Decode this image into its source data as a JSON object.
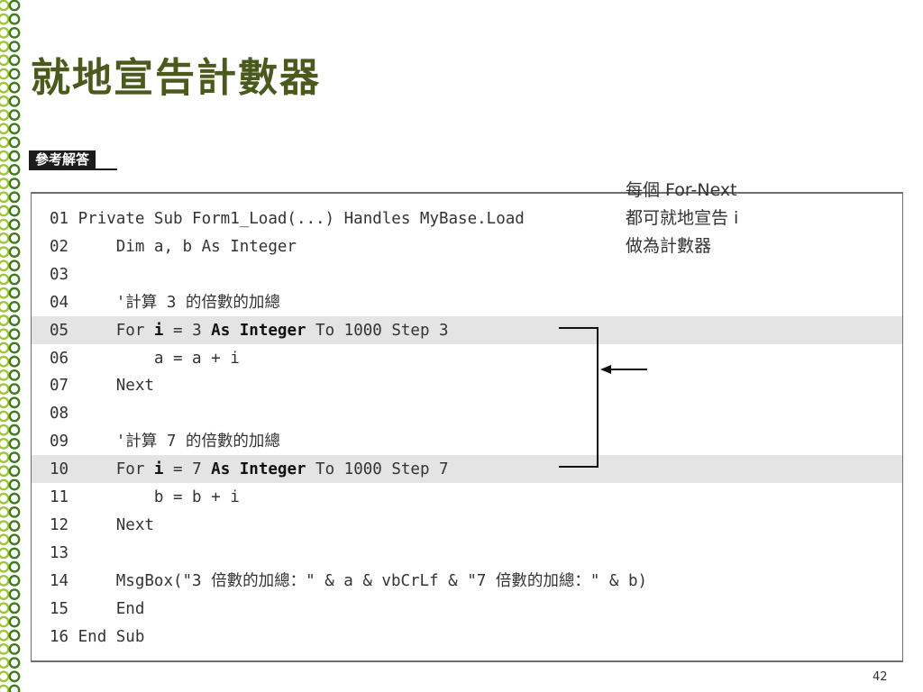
{
  "slide": {
    "title": "就地宣告計數器",
    "answer_label": "參考解答",
    "page_number": "42"
  },
  "code": {
    "lines": [
      {
        "num": "01",
        "segments": [
          {
            "t": "Private Sub Form1_Load(...) Handles MyBase.Load",
            "b": false
          }
        ],
        "highlight": false
      },
      {
        "num": "02",
        "segments": [
          {
            "t": "    Dim a, b As Integer",
            "b": false
          }
        ],
        "highlight": false
      },
      {
        "num": "03",
        "segments": [],
        "highlight": false
      },
      {
        "num": "04",
        "segments": [
          {
            "t": "    '計算 3 的倍數的加總",
            "b": false
          }
        ],
        "highlight": false
      },
      {
        "num": "05",
        "segments": [
          {
            "t": "    For ",
            "b": false
          },
          {
            "t": "i",
            "b": true
          },
          {
            "t": " = 3 ",
            "b": false
          },
          {
            "t": "As Integer",
            "b": true
          },
          {
            "t": " To 1000 Step 3",
            "b": false
          }
        ],
        "highlight": true
      },
      {
        "num": "06",
        "segments": [
          {
            "t": "        a = a + i",
            "b": false
          }
        ],
        "highlight": false
      },
      {
        "num": "07",
        "segments": [
          {
            "t": "    Next",
            "b": false
          }
        ],
        "highlight": false
      },
      {
        "num": "08",
        "segments": [],
        "highlight": false
      },
      {
        "num": "09",
        "segments": [
          {
            "t": "    '計算 7 的倍數的加總",
            "b": false
          }
        ],
        "highlight": false
      },
      {
        "num": "10",
        "segments": [
          {
            "t": "    For ",
            "b": false
          },
          {
            "t": "i",
            "b": true
          },
          {
            "t": " = 7 ",
            "b": false
          },
          {
            "t": "As Integer",
            "b": true
          },
          {
            "t": " To 1000 Step 7",
            "b": false
          }
        ],
        "highlight": true
      },
      {
        "num": "11",
        "segments": [
          {
            "t": "        b = b + i",
            "b": false
          }
        ],
        "highlight": false
      },
      {
        "num": "12",
        "segments": [
          {
            "t": "    Next",
            "b": false
          }
        ],
        "highlight": false
      },
      {
        "num": "13",
        "segments": [],
        "highlight": false
      },
      {
        "num": "14",
        "segments": [
          {
            "t": "    MsgBox(\"3 倍數的加總：\" & a & vbCrLf & \"7 倍數的加總：\" & b)",
            "b": false
          }
        ],
        "highlight": false
      },
      {
        "num": "15",
        "segments": [
          {
            "t": "    End",
            "b": false
          }
        ],
        "highlight": false
      },
      {
        "num": "16",
        "segments": [
          {
            "t": "End Sub",
            "b": false
          }
        ],
        "highlight": false
      }
    ]
  },
  "annotation": {
    "lines": [
      "每個 For-Next",
      "都可就地宣告 i",
      "做為計數器"
    ]
  },
  "colors": {
    "title": "#4a5a1c",
    "highlight_row": "#e4e4e4",
    "dot_light": "#9fc63b",
    "dot_dark": "#3f7a1f"
  }
}
